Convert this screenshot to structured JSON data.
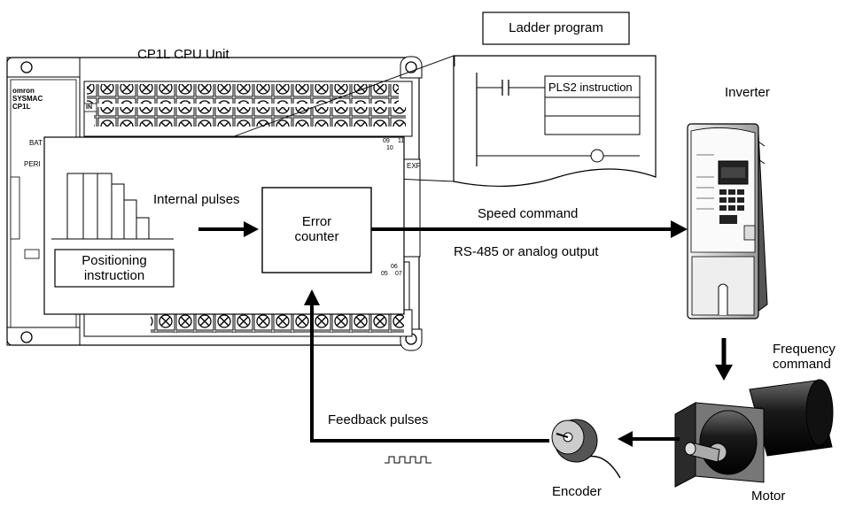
{
  "labels": {
    "plc_title": "CP1L CPU  Unit",
    "ladder_program": "Ladder program",
    "pls2_instruction": "PLS2 instruction",
    "inverter": "Inverter",
    "internal_pulses": "Internal pulses",
    "error_counter": "Error\ncounter",
    "positioning_instruction": "Positioning\ninstruction",
    "speed_command": "Speed command",
    "rs485": "RS-485  or analog output",
    "frequency_command": "Frequency\ncommand",
    "feedback_pulses": "Feedback pulses",
    "encoder": "Encoder",
    "motor": "Motor"
  },
  "plc": {
    "brand": "omron\nSYSMAC\nCP1L",
    "port_in": "IN",
    "port_bat": "BAT",
    "port_peri": "PERI",
    "port_exp": "EXP",
    "terminal_09": "09",
    "terminal_11": "11",
    "terminal_10": "10",
    "terminal_06": "06",
    "terminal_05": "05",
    "terminal_07": "07"
  }
}
